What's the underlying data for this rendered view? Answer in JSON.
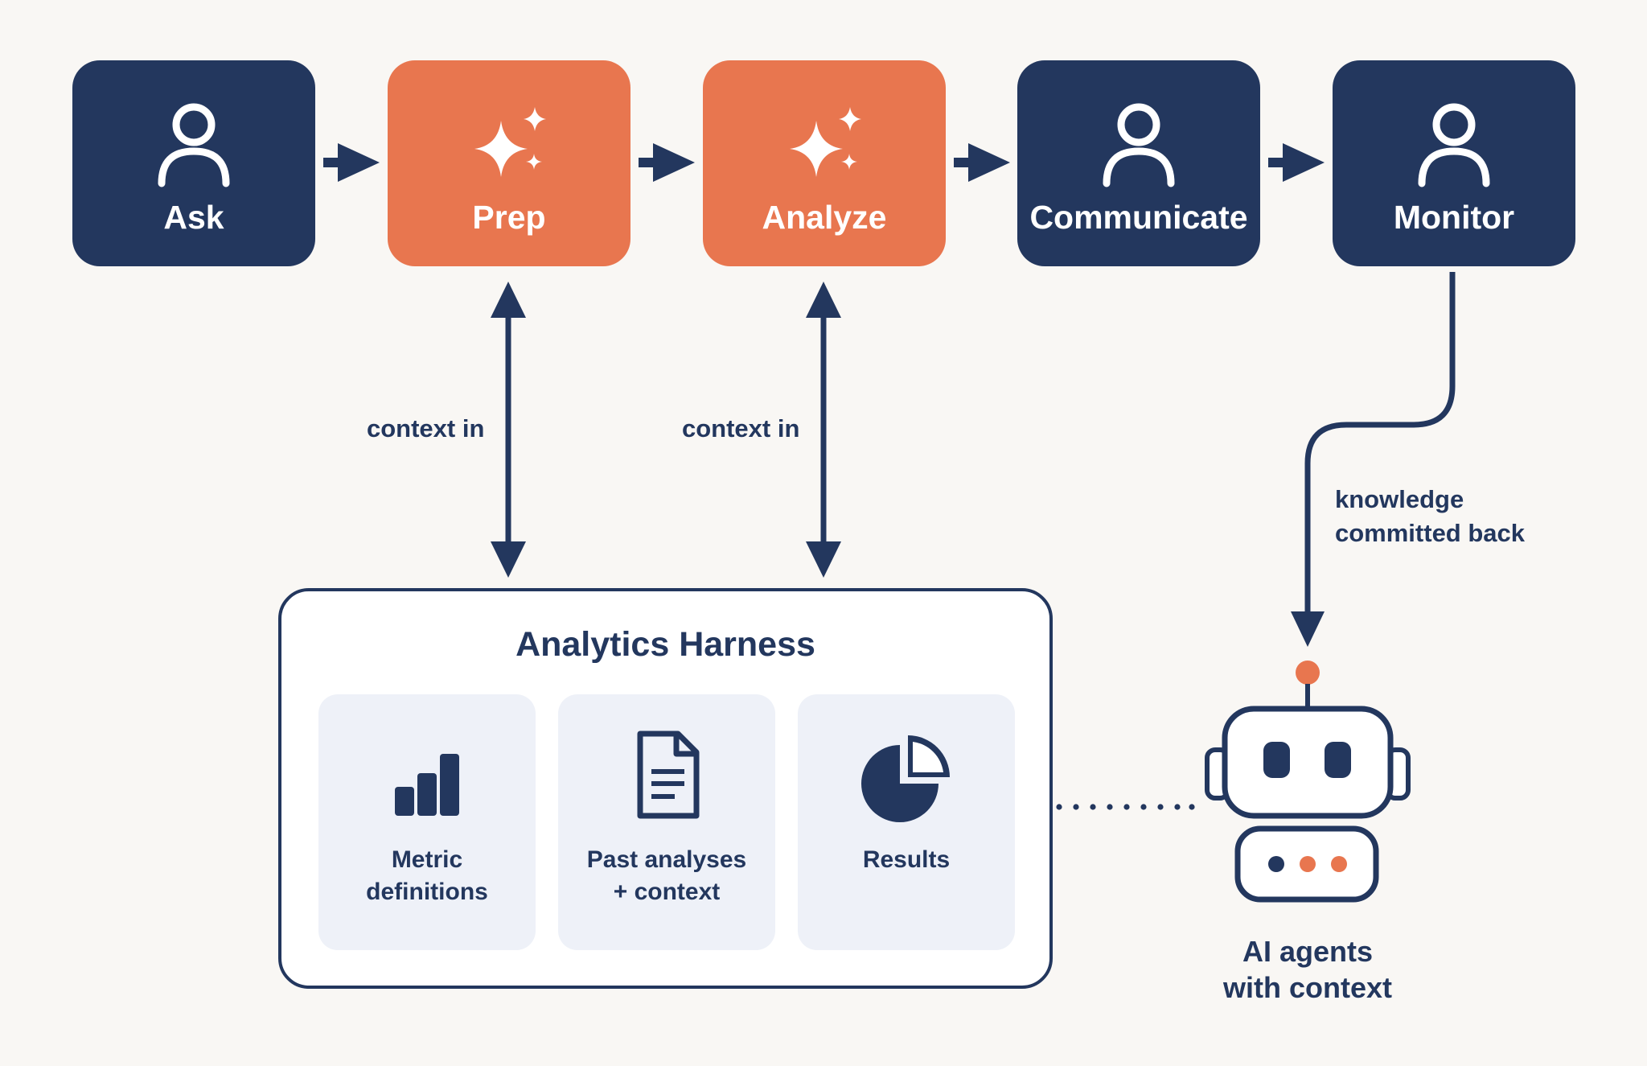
{
  "colors": {
    "navy": "#23375e",
    "orange": "#e8764f",
    "background": "#f9f7f4",
    "card": "#eef1f8",
    "white": "#ffffff"
  },
  "steps": [
    {
      "label": "Ask",
      "icon": "person-icon",
      "color": "navy"
    },
    {
      "label": "Prep",
      "icon": "sparkle-icon",
      "color": "orange"
    },
    {
      "label": "Analyze",
      "icon": "sparkle-icon",
      "color": "orange"
    },
    {
      "label": "Communicate",
      "icon": "person-icon",
      "color": "navy"
    },
    {
      "label": "Monitor",
      "icon": "person-icon",
      "color": "navy"
    }
  ],
  "edges": {
    "prep_context": "context in",
    "analyze_context": "context in",
    "feedback_line1": "knowledge",
    "feedback_line2": "committed back"
  },
  "harness": {
    "title": "Analytics Harness",
    "cards": [
      {
        "line1": "Metric",
        "line2": "definitions",
        "icon": "bar-chart-icon"
      },
      {
        "line1": "Past analyses",
        "line2": "+ context",
        "icon": "document-icon"
      },
      {
        "line1": "Results",
        "line2": "",
        "icon": "pie-chart-icon"
      }
    ]
  },
  "agent": {
    "icon": "robot-icon",
    "line1": "AI agents",
    "line2": "with context"
  }
}
